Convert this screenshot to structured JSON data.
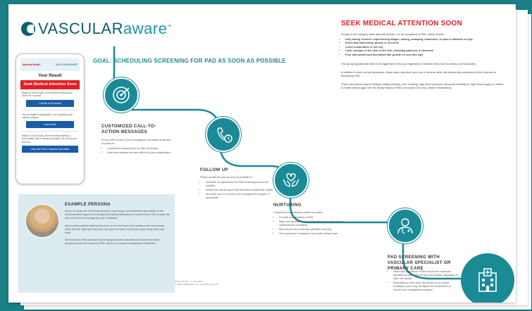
{
  "logo": {
    "part1": "VASCULAR",
    "part2": "aware",
    "tm": "™"
  },
  "goal": "GOAL: SCHEDULING SCREENING FOR PAD AS SOON AS POSSIBLE",
  "phone": {
    "nih": "National Health",
    "brand": "VASCULARAWARE",
    "title": "Your Result",
    "alert": "Seek Medical Attention Soon",
    "text1": "Based on your results, we recommend seeing your doctor for a consult.",
    "btn1": "Call Me to Schedule",
    "text2": "You are eligible to participate in our weightloss and nutrition program.",
    "btn2": "Learn More",
    "text3": "Based on your results, we recommend starting a conversation with a vascular specialist. Let us help you find one.",
    "btn3": "Help Me Find a Vascular Specialist"
  },
  "steps": [
    {
      "title": "CUSTOMIZED CALL-TO-ACTION MESSAGES",
      "intro": "Focus Call to Action (CTA) messaging in the follow-up section of portal on:",
      "bullets": [
        "Locating the nearest clinic for PAD screening.",
        "Heart and vascular services offered by your organization."
      ]
    },
    {
      "title": "FOLLOW UP",
      "intro": "Follow-up with the user as soon as possible to:",
      "bullets": [
        "Schedule an appointment for PAD screening as soon as possible.",
        "Review the results report with them and explain their results.",
        "Enroll the user in a chronic care management program, if appropriate."
      ]
    },
    {
      "title": "NURTURING",
      "intro": "Customize your nurturing content to explain:",
      "bullets": [
        "Possible complications of PAD.",
        "Signs and symptoms of vascular disease or other serious cardiovascular conditions.",
        "Who should see a vascular specialist, and why.",
        "The importance of staying in touch with primary care."
      ]
    },
    {
      "title": "PAD SCREENING WITH VASCULAR SPECIALIST OR PRIMARY CARE",
      "intro": "",
      "bullets": [
        "Users with symptoms of PAD should see a vascular specialist for screening as soon as possible, regardless of other risk factors.",
        "Depending on their other risk factors or co-morbid conditions, users may be eligible for enrollment in a chronic care management program."
      ]
    }
  ],
  "persona": {
    "title": "EXAMPLE PERSONA",
    "p1": "Amy is 51 years old. Her blood pressure, blood sugar, and cholesterol are outside of the recommended ranges even though she's taking medications to control them. She is under the care of a doctor to manage her type 2 diabetes.",
    "p2": "Amy recently started noticing that sores on her feet have been healing much more slowly lately. And her right leg hurts when she goes on walks, but the pain goes away when she rests.",
    "p3": "She found this HRA by searching her symptoms and was alarmed to learn that these symptoms could be caused by PAD, which is a common complication of diabetes."
  },
  "right": {
    "heading": "SEEK MEDICAL ATTENTION SOON",
    "intro": "People in this category have reported at least 1 of the symptoms of PAD, which include:",
    "symptoms": [
      "Only during exercise, experiencing fatigue, aching, cramping, numbness, or pain in buttocks or legs",
      "Sores that heal slowly, poorly, or not at all",
      "Lower temperature in one leg",
      "Color changes in the skin on the feet, including paleness or blueness",
      "Poor nail growth and decreased hair growth on toes and legs"
    ],
    "p1": "This group typically warrants more aggressive follow-up regardless of whether they have a primary care physician.",
    "p2": "In addition to their current symptoms, these users may also have one or several other risk factors that contribute to their chances of developing PAD.",
    "p3": "These risk factors may be lifestyle-related (obesity, ever smoking, high blood pressure, abnormal cholesterol, high blood sugar) or related to health history (age over 49, family history of PAD, increased CVD risk, certain medications)."
  },
  "footer": {
    "line1": "ODSC-XXXXX · 27 Nov 2023",
    "line2": "© 2023 HealthAware LLC · All rights reserved."
  },
  "colors": {
    "teal": "#1a8a96",
    "red": "#e31e24",
    "navy": "#0b5e6d"
  }
}
